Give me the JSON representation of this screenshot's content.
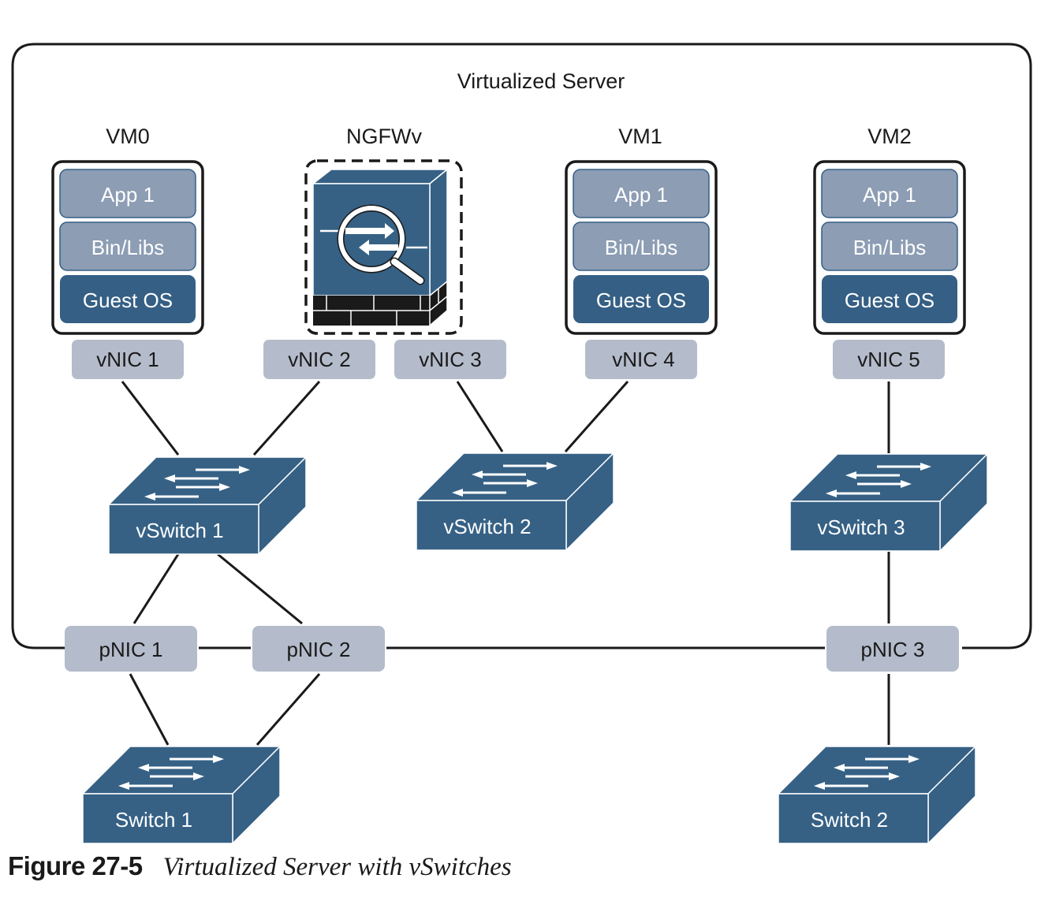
{
  "server": {
    "title": "Virtualized Server"
  },
  "colors": {
    "device_blue": "#366185",
    "layer_light": "#8c9db4",
    "layer_dark": "#355f84",
    "nic_gray": "#b4bccb",
    "line": "#1a1a1a"
  },
  "vms": [
    {
      "id": "vm0",
      "name": "VM0",
      "layers": [
        "App 1",
        "Bin/Libs",
        "Guest OS"
      ]
    },
    {
      "id": "vm1",
      "name": "VM1",
      "layers": [
        "App 1",
        "Bin/Libs",
        "Guest OS"
      ]
    },
    {
      "id": "vm2",
      "name": "VM2",
      "layers": [
        "App 1",
        "Bin/Libs",
        "Guest OS"
      ]
    }
  ],
  "firewall": {
    "name": "NGFWv",
    "icon": "firewall-inspection-icon"
  },
  "vnics": [
    "vNIC 1",
    "vNIC 2",
    "vNIC 3",
    "vNIC 4",
    "vNIC 5"
  ],
  "vswitches": [
    "vSwitch 1",
    "vSwitch 2",
    "vSwitch 3"
  ],
  "pnics": [
    "pNIC 1",
    "pNIC 2",
    "pNIC 3"
  ],
  "switches": [
    "Switch 1",
    "Switch 2"
  ],
  "connections": [
    [
      "vNIC 1",
      "vSwitch 1"
    ],
    [
      "vNIC 2",
      "vSwitch 1"
    ],
    [
      "vNIC 3",
      "vSwitch 2"
    ],
    [
      "vNIC 4",
      "vSwitch 2"
    ],
    [
      "vNIC 5",
      "vSwitch 3"
    ],
    [
      "vSwitch 1",
      "pNIC 1"
    ],
    [
      "vSwitch 1",
      "pNIC 2"
    ],
    [
      "vSwitch 3",
      "pNIC 3"
    ],
    [
      "pNIC 1",
      "Switch 1"
    ],
    [
      "pNIC 2",
      "Switch 1"
    ],
    [
      "pNIC 3",
      "Switch 2"
    ]
  ],
  "caption": {
    "number": "Figure 27-5",
    "title": "Virtualized Server with vSwitches"
  }
}
